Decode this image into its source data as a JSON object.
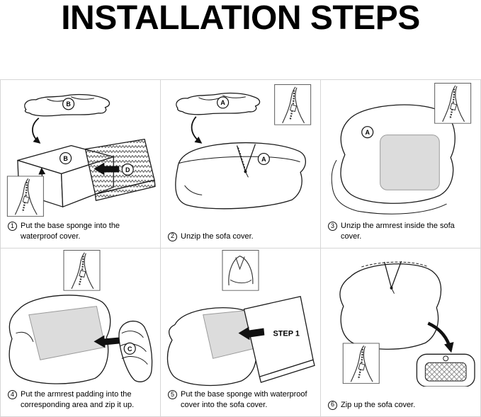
{
  "title": "INSTALLATION STEPS",
  "steps": [
    {
      "number": "1",
      "caption": "Put the base sponge into the waterproof cover.",
      "markers": {
        "cover": "B",
        "cushion": "B",
        "sponge": "D"
      }
    },
    {
      "number": "2",
      "caption": "Unzip the sofa cover.",
      "markers": {
        "cover": "A",
        "cushion": "A"
      }
    },
    {
      "number": "3",
      "caption": "Unzip the armrest inside the sofa cover.",
      "markers": {
        "armrest": "A"
      }
    },
    {
      "number": "4",
      "caption": "Put the armrest padding into the corresponding area and zip it up.",
      "markers": {
        "padding": "C"
      }
    },
    {
      "number": "5",
      "caption": "Put the base sponge with waterproof cover into the sofa cover.",
      "markers": {
        "slab": "STEP 1"
      }
    },
    {
      "number": "6",
      "caption": "Zip up the sofa cover."
    }
  ],
  "colors": {
    "line": "#1a1a1a",
    "arrow": "#111111",
    "shade": "#dcdcdc"
  }
}
